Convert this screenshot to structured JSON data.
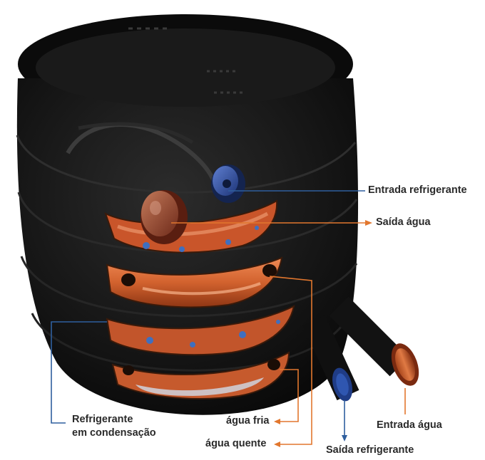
{
  "labels": {
    "entrada_refrigerante": "Entrada refrigerante",
    "saida_agua": "Saída água",
    "refrigerante_em_condensacao_line1": "Refrigerante",
    "refrigerante_em_condensacao_line2": "em condensação",
    "agua_fria": "água fria",
    "agua_quente": "água quente",
    "entrada_agua": "Entrada água",
    "saida_refrigerante": "Saída refrigerante"
  },
  "colors": {
    "refrigerant_line": "#2f5f9e",
    "water_line": "#e2772e",
    "coil_body": "#141414",
    "copper": "#c4622d",
    "refrigerant_cap": "#2a4c9a"
  }
}
